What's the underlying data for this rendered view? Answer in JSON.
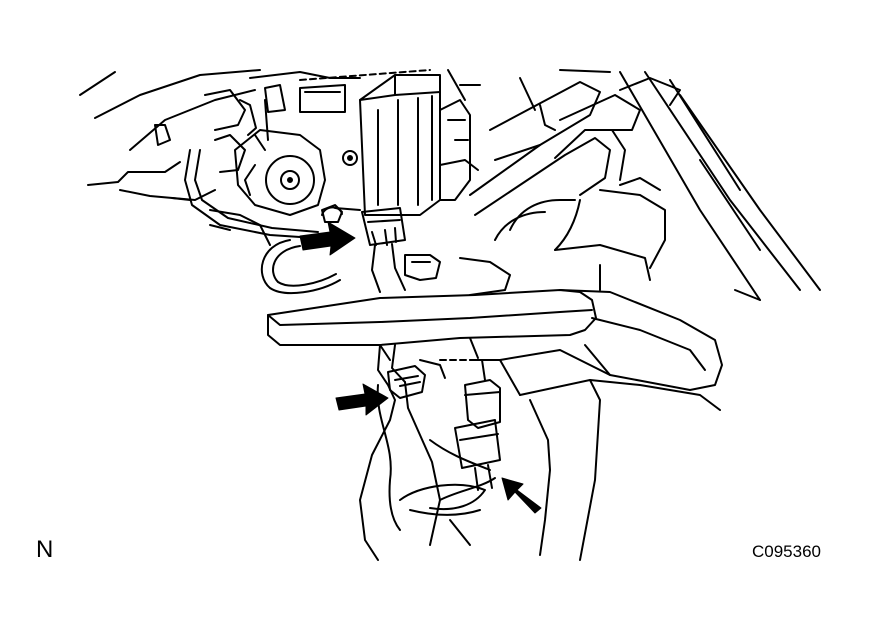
{
  "labels": {
    "corner_mark": "N",
    "figure_code": "C095360"
  },
  "colors": {
    "line": "#000000",
    "fill": "#ffffff"
  },
  "callouts": [
    {
      "id": "upper-connector",
      "icon": "arrow-right"
    },
    {
      "id": "middle-connector",
      "icon": "arrow-right"
    },
    {
      "id": "lower-connector",
      "icon": "arrow-up-left"
    }
  ]
}
